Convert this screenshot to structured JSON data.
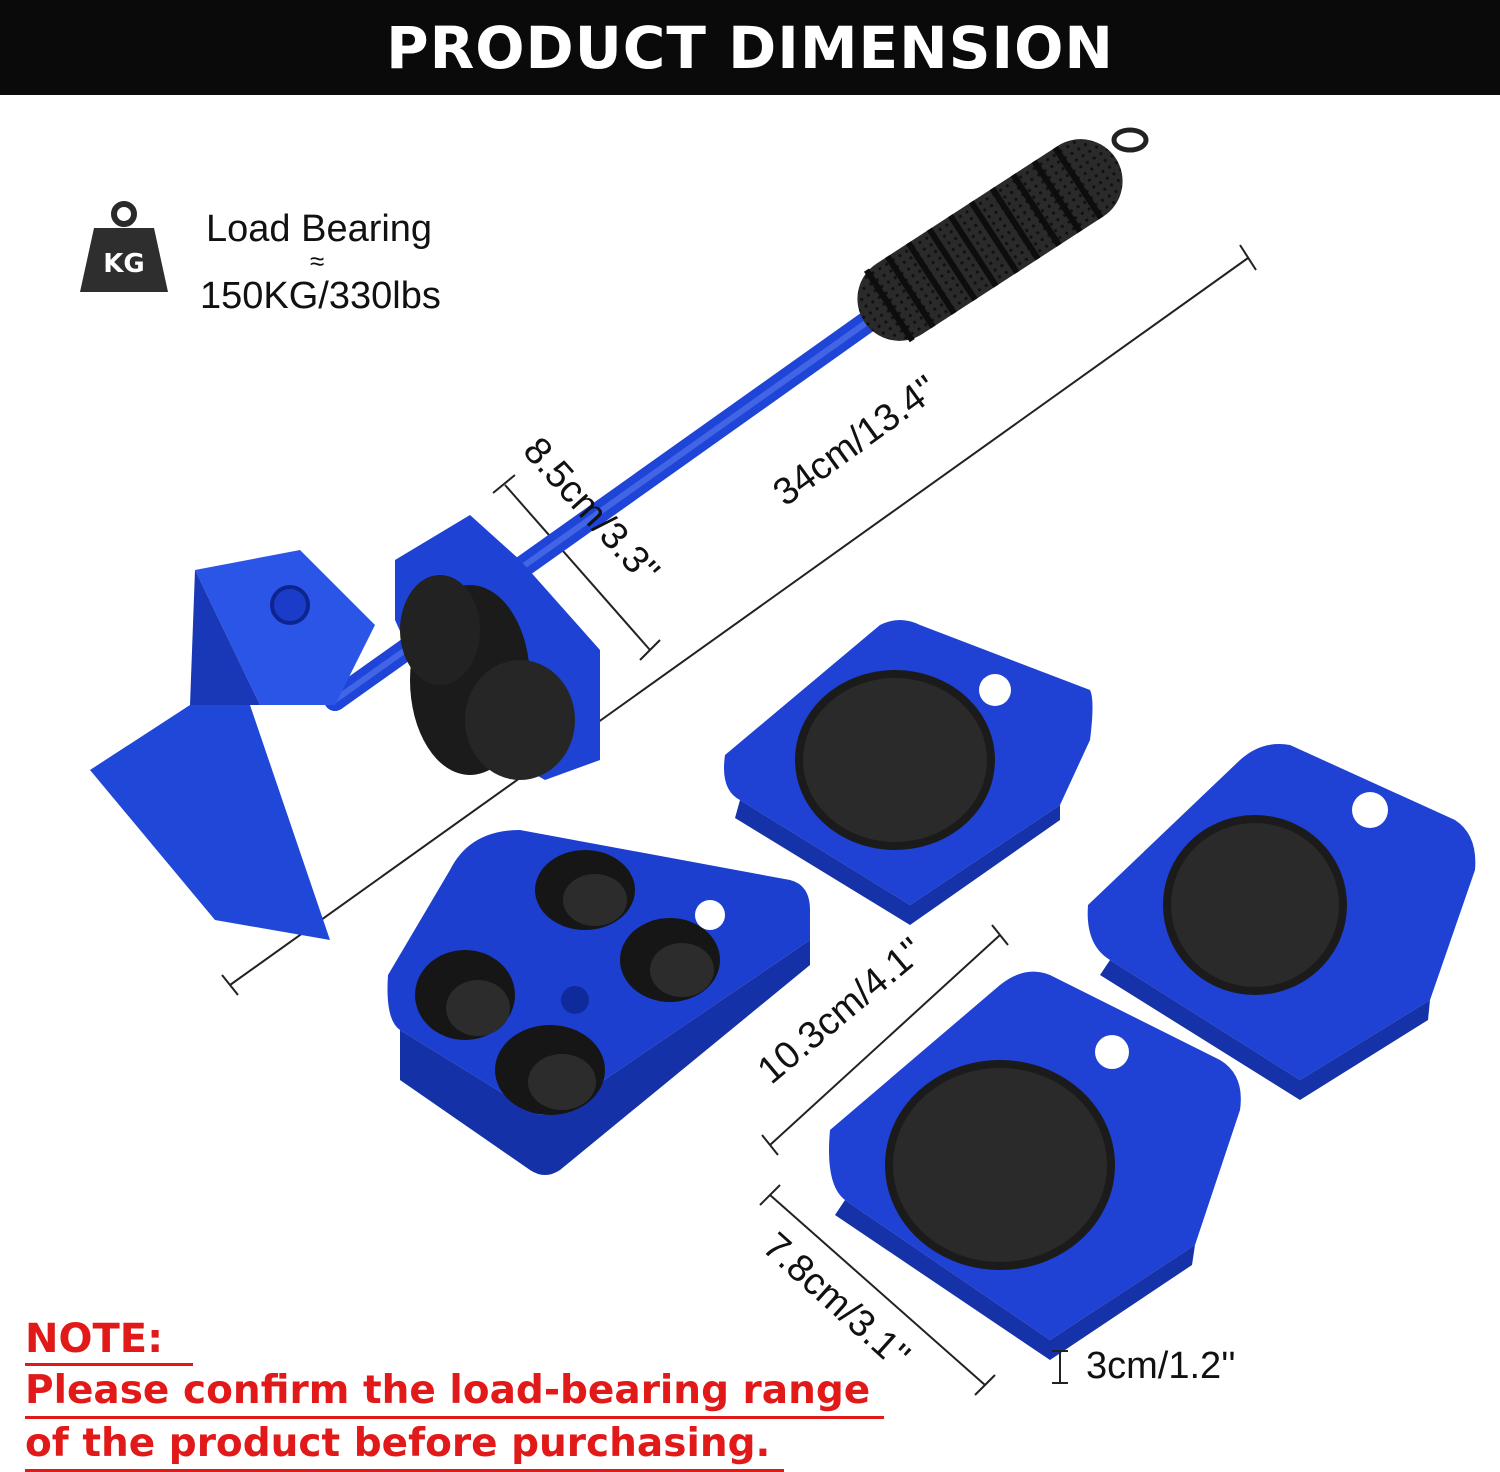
{
  "banner": {
    "title": "PRODUCT DIMENSION"
  },
  "load_bearing": {
    "icon": "weight-kg-icon",
    "icon_text": "KG",
    "label": "Load Bearing",
    "approx_symbol": "≈",
    "value": "150KG/330lbs"
  },
  "dimensions": {
    "lever_length": "34cm/13.4''",
    "lever_width": "8.5cm/3.3''",
    "pad_length": "10.3cm/4.1''",
    "pad_width": "7.8cm/3.1''",
    "pad_height": "3cm/1.2''"
  },
  "note": {
    "heading": "NOTE:",
    "line1": "Please confirm the load-bearing range",
    "line2": "of the product before purchasing."
  },
  "colors": {
    "banner_bg": "#0a0a0a",
    "product_blue": "#1f3fd4",
    "rubber_black": "#1c1c1c",
    "note_red": "#e11919"
  }
}
